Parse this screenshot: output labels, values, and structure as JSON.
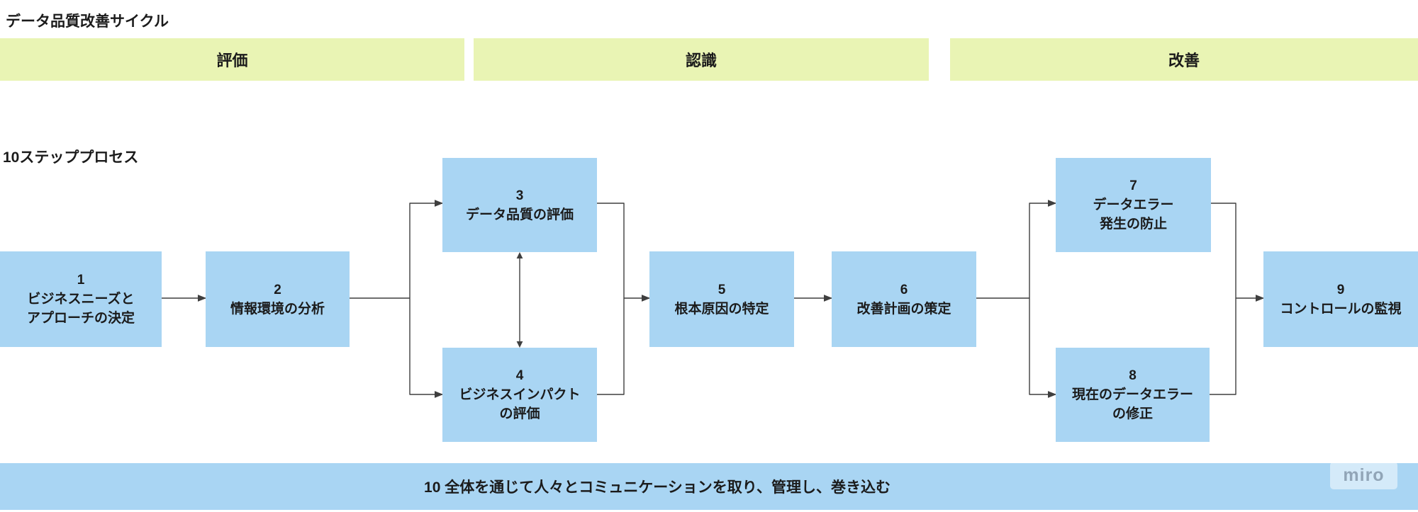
{
  "board": {
    "title": "データ品質改善サイクル",
    "process_label": "10ステッププロセス",
    "watermark": "miro"
  },
  "phases": [
    {
      "label": "評価"
    },
    {
      "label": "認識"
    },
    {
      "label": "改善"
    }
  ],
  "steps": [
    {
      "number": "1",
      "lines": "ビジネスニーズと\nアプローチの決定"
    },
    {
      "number": "2",
      "lines": "情報環境の分析"
    },
    {
      "number": "3",
      "lines": "データ品質の評価"
    },
    {
      "number": "4",
      "lines": "ビジネスインパクト\nの評価"
    },
    {
      "number": "5",
      "lines": "根本原因の特定"
    },
    {
      "number": "6",
      "lines": "改善計画の策定"
    },
    {
      "number": "7",
      "lines": "データエラー\n発生の防止"
    },
    {
      "number": "8",
      "lines": "現在のデータエラー\nの修正"
    },
    {
      "number": "9",
      "lines": "コントロールの監視"
    }
  ],
  "communication_band": {
    "label": "10 全体を通じて人々とコミュニケーションを取り、管理し、巻き込む"
  },
  "colors": {
    "phase_band": "#e9f4b4",
    "step_box": "#a9d5f3",
    "text": "#1b1b1b",
    "connector": "#3f3f3f"
  }
}
